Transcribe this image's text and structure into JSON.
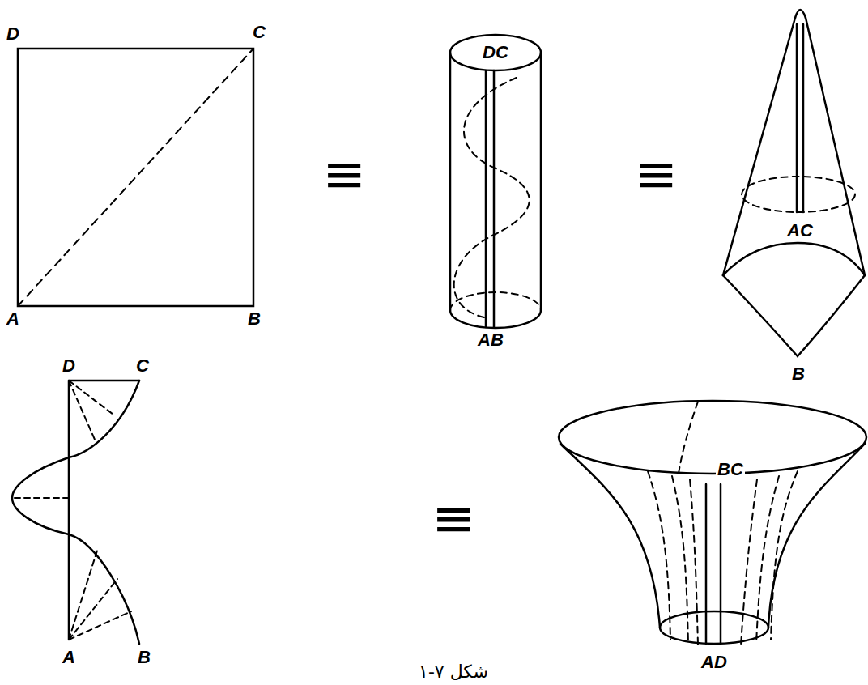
{
  "diagram": {
    "caption": "شکل ۷-۱",
    "labels": [
      "D",
      "C",
      "A",
      "B",
      "≡",
      "DC",
      "AB",
      "≡",
      "AC",
      "B",
      "D",
      "C",
      "A",
      "B",
      "≡",
      "BC",
      "AD"
    ]
  }
}
